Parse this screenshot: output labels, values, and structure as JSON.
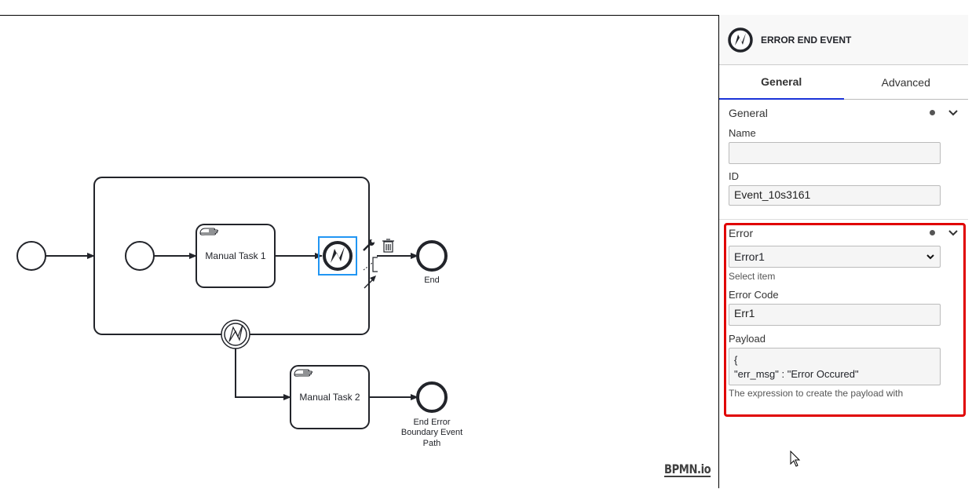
{
  "diagram": {
    "watermark": "BPMN.io",
    "manual_task_1": "Manual Task 1",
    "manual_task_2": "Manual Task 2",
    "end_label": "End",
    "end_error_label_1": "End Error",
    "end_error_label_2": "Boundary Event",
    "end_error_label_3": "Path"
  },
  "panel": {
    "header_title": "ERROR END EVENT",
    "tabs": [
      {
        "label": "General",
        "active": true
      },
      {
        "label": "Advanced",
        "active": false
      }
    ],
    "general_group": {
      "title": "General",
      "name_label": "Name",
      "name_value": "",
      "id_label": "ID",
      "id_value": "Event_10s3161"
    },
    "error_group": {
      "title": "Error",
      "selected_error": "Error1",
      "select_hint": "Select item",
      "code_label": "Error Code",
      "code_value": "Err1",
      "payload_label": "Payload",
      "payload_line1": "{",
      "payload_line2": "\"err_msg\" : \"Error Occured\"",
      "payload_hint": "The expression to create the payload with"
    }
  },
  "colors": {
    "highlight": "#e00000",
    "selection": "#2196f3",
    "tab_accent": "#1a33d8"
  }
}
